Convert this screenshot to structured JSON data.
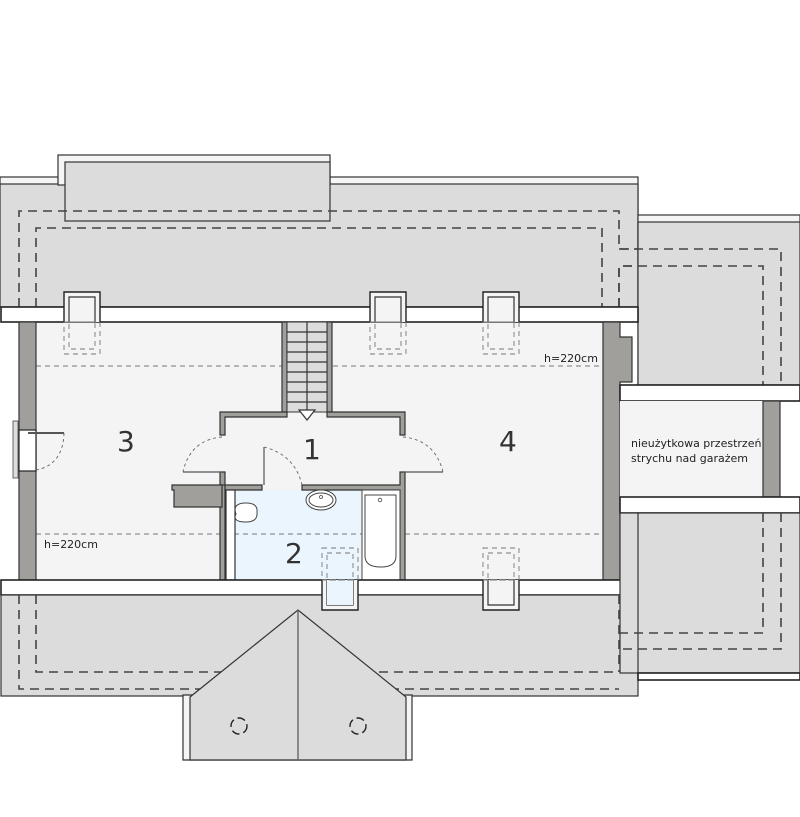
{
  "plan": {
    "type": "attic floor plan",
    "rooms": [
      {
        "number": "1",
        "role": "hall / landing"
      },
      {
        "number": "2",
        "role": "bathroom"
      },
      {
        "number": "3",
        "role": "room"
      },
      {
        "number": "4",
        "role": "room"
      }
    ],
    "height_labels": [
      "h=220cm",
      "h=220cm"
    ],
    "garage_attic_label_line1": "nieużytkowa przestrzeń",
    "garage_attic_label_line2": "strychu nad garażem",
    "colors": {
      "roof": "#dcdcdc",
      "floor": "#f4f4f4",
      "wall": "#a09f9c",
      "bathroom": "#eaf5fd",
      "eave": "#ffffff",
      "outline": "#333333"
    }
  }
}
